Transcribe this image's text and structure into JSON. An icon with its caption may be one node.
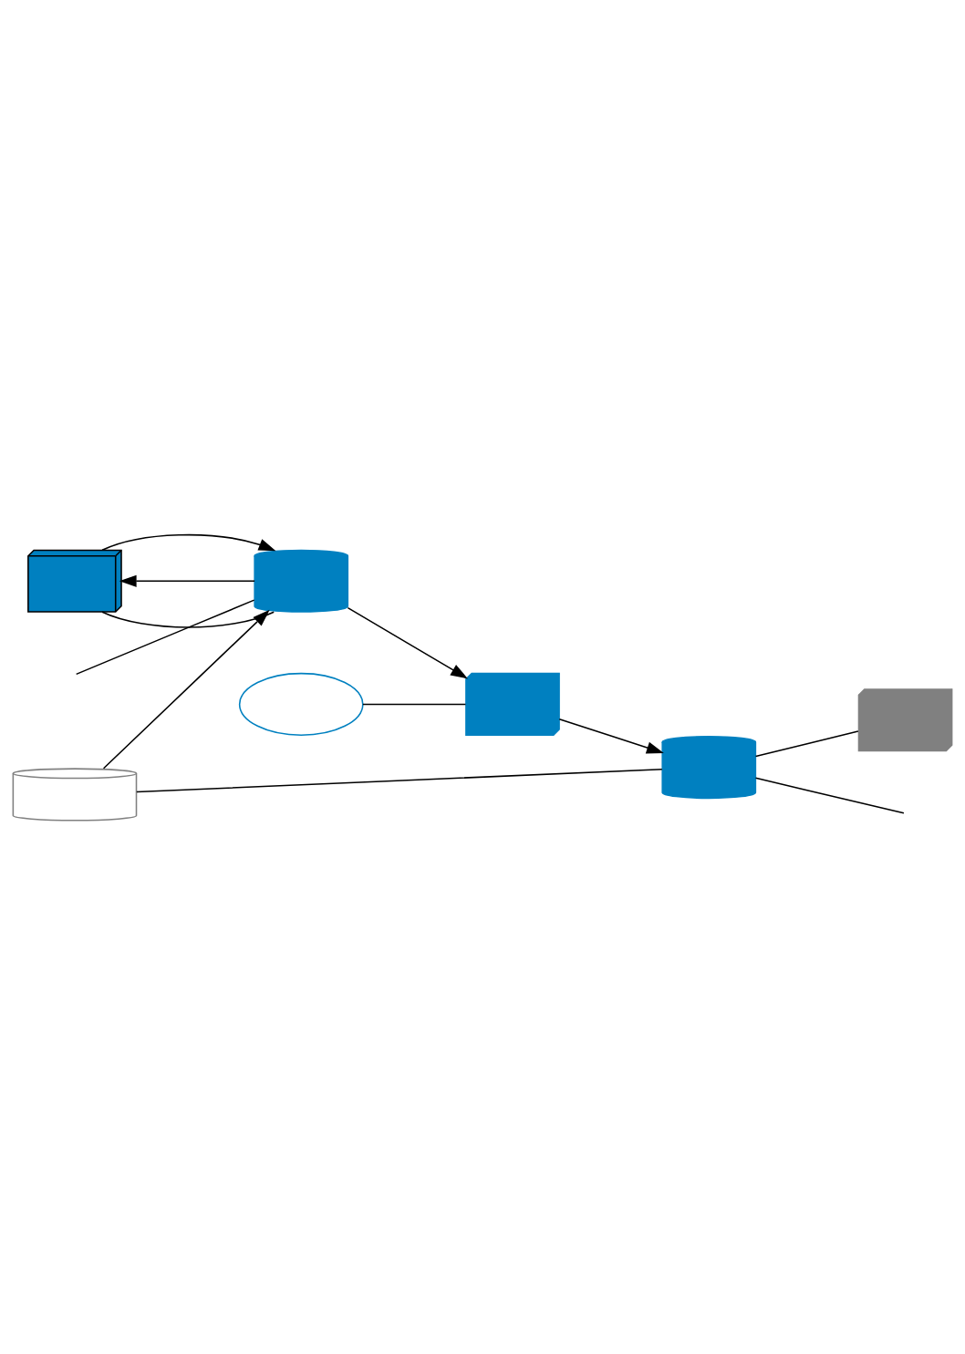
{
  "diagram": {
    "nodes": [
      {
        "text": [],
        "shape": "laptop"
      },
      {
        "text": [],
        "shape": "router"
      },
      {
        "text": [],
        "shape": "cylinder"
      },
      {
        "text": [],
        "shape": "cloud"
      },
      {
        "text": [],
        "shape": "router"
      },
      {
        "text": [],
        "shape": "laptop"
      },
      {
        "text": [],
        "shape": "laptop"
      }
    ],
    "edges": [
      {
        "from": null,
        "to": 1,
        "arrow": "none"
      },
      {
        "from": 0,
        "to": 1,
        "arrow": "none"
      },
      {
        "from": 1,
        "to": 0,
        "arrow": "to"
      },
      {
        "from": 0,
        "to": 1,
        "arrow": "to"
      },
      {
        "from": 2,
        "to": 1,
        "arrow": "to"
      },
      {
        "from": 2,
        "to": 4,
        "arrow": "none"
      },
      {
        "from": 3,
        "to": 6,
        "arrow": "none"
      },
      {
        "from": 1,
        "to": 6,
        "arrow": "to"
      },
      {
        "from": 6,
        "to": 4,
        "arrow": "to"
      },
      {
        "from": 4,
        "to": 5,
        "arrow": "none"
      },
      {
        "from": 4,
        "to": null,
        "arrow": "none"
      }
    ]
  }
}
